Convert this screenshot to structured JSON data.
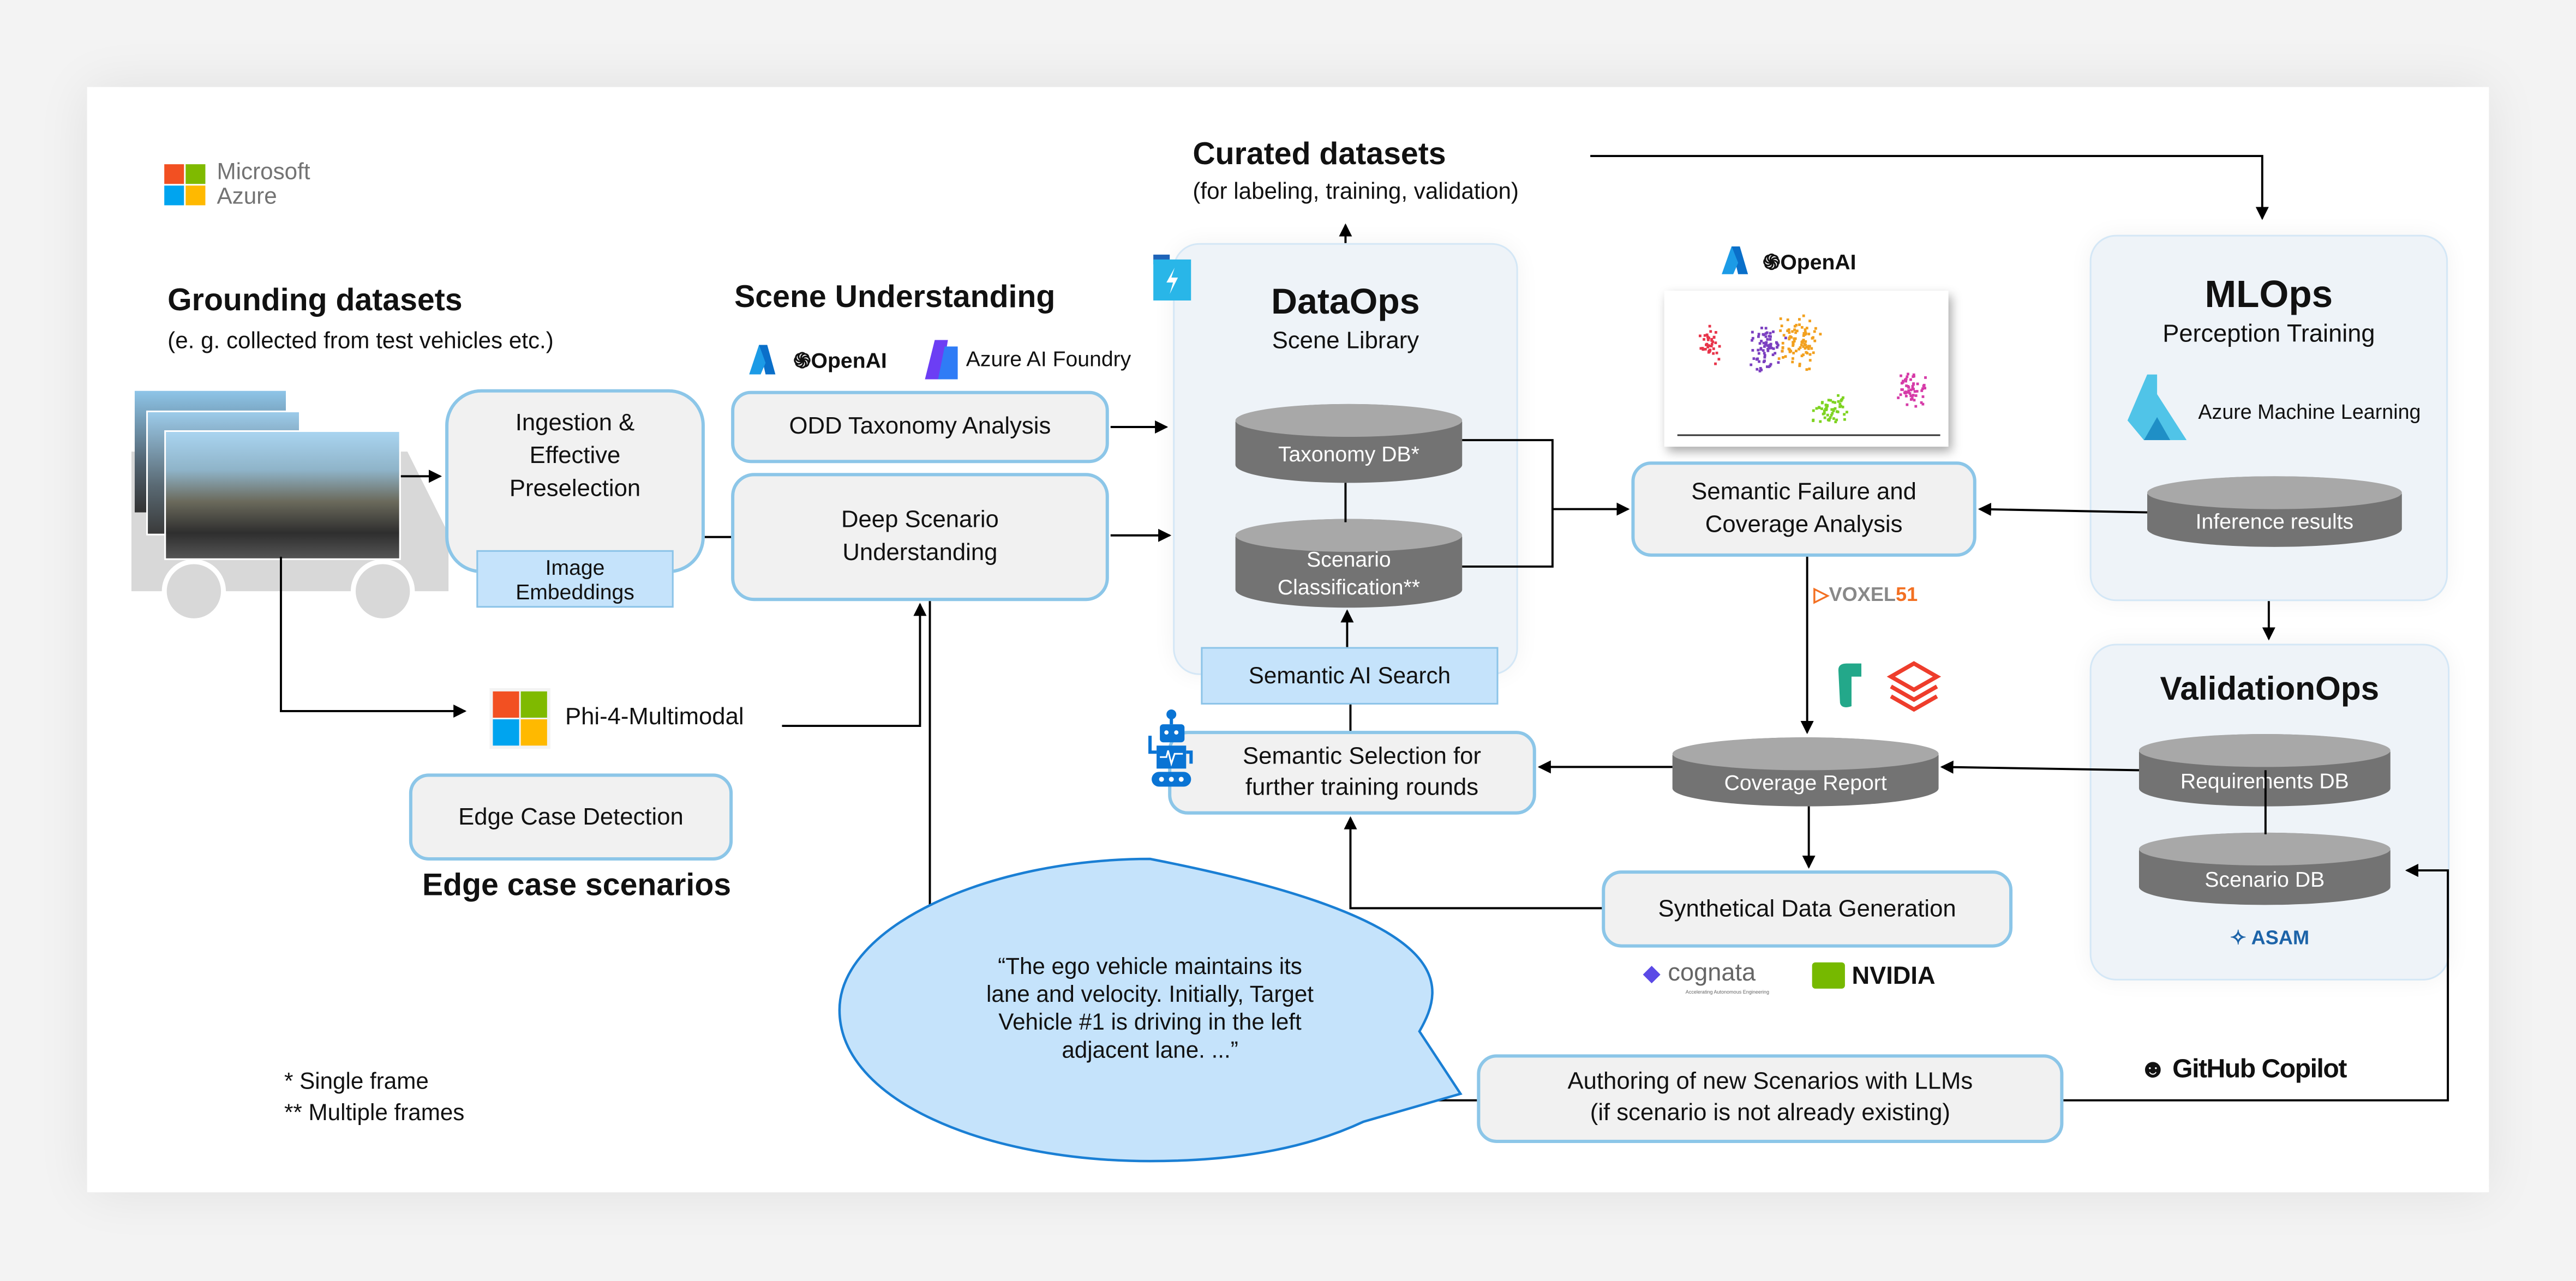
{
  "brand": {
    "line1": "Microsoft",
    "line2": "Azure"
  },
  "grounding": {
    "title": "Grounding datasets",
    "subtitle": "(e. g. collected from test vehicles etc.)"
  },
  "scene_understanding": {
    "title": "Scene Understanding",
    "logos": {
      "openai": "OpenAI",
      "foundry": "Azure AI Foundry"
    }
  },
  "ingestion": {
    "line1": "Ingestion &",
    "line2": "Effective",
    "line3": "Preselection",
    "embeddings_line1": "Image",
    "embeddings_line2": "Embeddings"
  },
  "odd_taxonomy": "ODD Taxonomy Analysis",
  "deep_scenario": {
    "line1": "Deep Scenario",
    "line2": "Understanding"
  },
  "phi": "Phi-4-Multimodal",
  "edge_case": {
    "box": "Edge Case Detection",
    "title": "Edge case scenarios"
  },
  "curated": {
    "title": "Curated datasets",
    "subtitle": "(for labeling, training, validation)"
  },
  "dataops": {
    "title": "DataOps",
    "subtitle": "Scene Library",
    "taxonomy_db": "Taxonomy DB*",
    "scenario_class_line1": "Scenario",
    "scenario_class_line2": "Classification**",
    "semantic_search": "Semantic AI Search"
  },
  "semantic_selection": {
    "line1": "Semantic Selection for",
    "line2": "further training rounds"
  },
  "analysis": {
    "logo_openai": "OpenAI",
    "line1": "Semantic Failure and",
    "line2": "Coverage Analysis"
  },
  "voxel": {
    "text": "VOXEL",
    "num": "51"
  },
  "coverage_report": "Coverage Report",
  "synthetic": "Synthetical Data Generation",
  "partners": {
    "cognata": "cognata",
    "cognata_tag": "Accelerating Autonomous Engineering",
    "nvidia": "NVIDIA"
  },
  "mlops": {
    "title": "MLOps",
    "subtitle": "Perception Training",
    "aml": "Azure Machine Learning",
    "inference": "Inference results"
  },
  "validationops": {
    "title": "ValidationOps",
    "requirements": "Requirements DB",
    "scenario_db": "Scenario DB",
    "asam": "ASAM"
  },
  "bubble": {
    "line1": "“The ego vehicle maintains its",
    "line2": "lane and velocity. Initially, Target",
    "line3": "Vehicle #1 is driving in the left",
    "line4": "adjacent lane. ...”"
  },
  "authoring": {
    "line1": "Authoring of new Scenarios with LLMs",
    "line2": "(if scenario is not already existing)"
  },
  "copilot": "GitHub Copilot",
  "footnotes": {
    "single": "* Single frame",
    "multiple": "** Multiple frames"
  },
  "colors": {
    "box_fill": "#f1f1f1",
    "box_border": "#8cc6e8",
    "highlight_fill": "#c5e3fb",
    "db_fill": "#737373",
    "panel_fill": "#eef3f8",
    "azure_blue": "#0078d4"
  }
}
